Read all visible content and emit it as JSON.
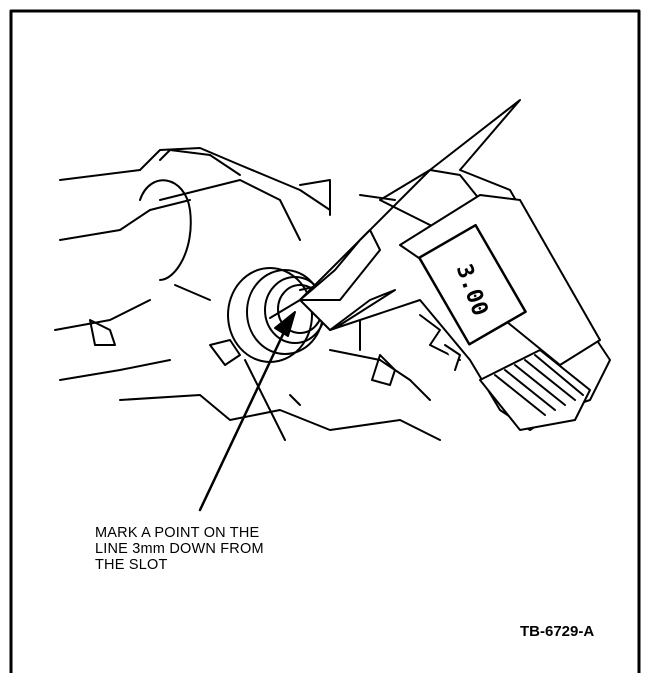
{
  "callout": {
    "lines": [
      "MARK A POINT ON THE",
      "LINE 3mm DOWN FROM",
      "THE SLOT"
    ]
  },
  "figure_id": "TB-6729-A",
  "caliper_display": "3.00",
  "icons": {
    "caliper": "digital-caliper-icon",
    "arrow": "leader-arrow-icon"
  }
}
